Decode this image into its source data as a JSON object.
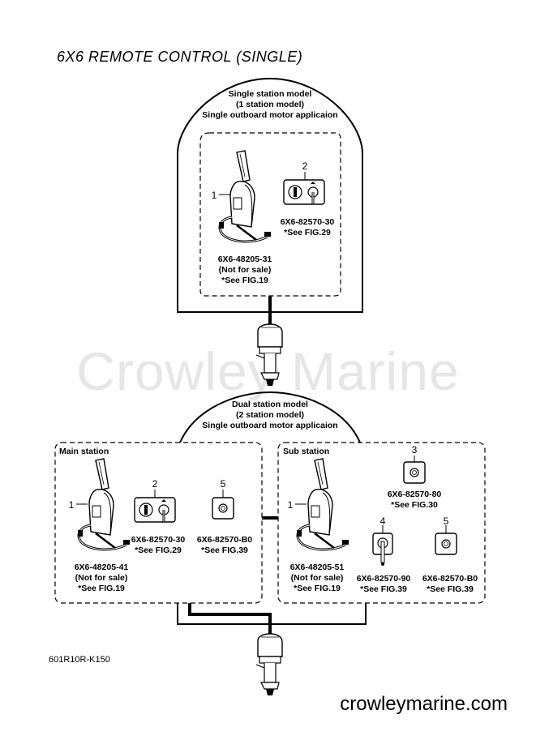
{
  "title": "6X6 REMOTE CONTROL (SINGLE)",
  "watermark": "Crowley Marine",
  "footer_site": "crowleymarine.com",
  "diagram_code": "601R10R-K150",
  "single_station": {
    "header": [
      "Single station model",
      "(1 station model)",
      "Single outboard motor applicaion"
    ],
    "item1": {
      "number": "1",
      "part": "6X6-48205-31",
      "note": "(Not for sale)",
      "ref": "*See FIG.19"
    },
    "item2": {
      "number": "2",
      "part": "6X6-82570-30",
      "ref": "*See FIG.29"
    }
  },
  "dual_station": {
    "header": [
      "Dual station model",
      "(2 station model)",
      "Single outboard motor applicaion"
    ],
    "main": {
      "label": "Main station",
      "item1": {
        "number": "1",
        "part": "6X6-48205-41",
        "note": "(Not for sale)",
        "ref": "*See FIG.19"
      },
      "item2": {
        "number": "2",
        "part": "6X6-82570-30",
        "ref": "*See FIG.29"
      },
      "item5": {
        "number": "5",
        "part": "6X6-82570-B0",
        "ref": "*See FIG.39"
      }
    },
    "sub": {
      "label": "Sub station",
      "item1": {
        "number": "1",
        "part": "6X6-48205-51",
        "note": "(Not for sale)",
        "ref": "*See FIG.19"
      },
      "item3": {
        "number": "3",
        "part": "6X6-82570-80",
        "ref": "*See FIG.30"
      },
      "item4": {
        "number": "4",
        "part": "6X6-82570-90",
        "ref": "*See FIG.39"
      },
      "item5": {
        "number": "5",
        "part": "6X6-82570-B0",
        "ref": "*See FIG.39"
      }
    }
  }
}
